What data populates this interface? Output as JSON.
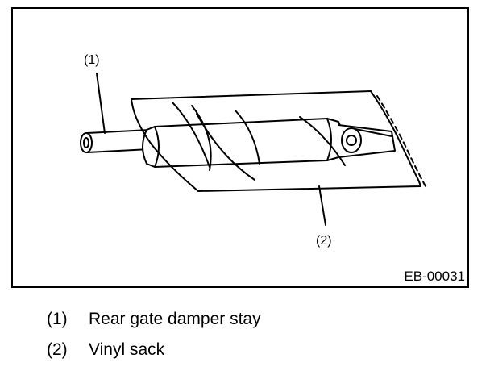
{
  "figure": {
    "code": "EB-00031",
    "callouts": {
      "one": "(1)",
      "two": "(2)"
    }
  },
  "legend": [
    {
      "num": "(1)",
      "label": "Rear gate damper stay"
    },
    {
      "num": "(2)",
      "label": "Vinyl sack"
    }
  ],
  "colors": {
    "line": "#000000",
    "background": "#ffffff"
  }
}
